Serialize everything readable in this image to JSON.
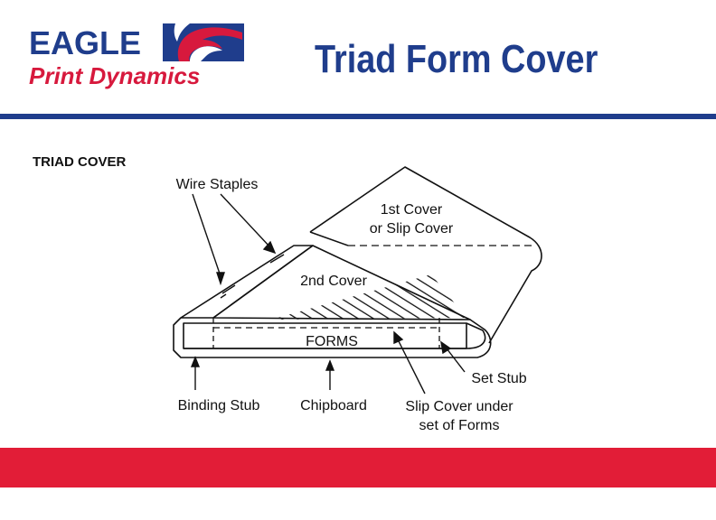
{
  "brand": {
    "line1": "EAGLE",
    "line2": "Print Dynamics",
    "colors": {
      "blue": "#1f3d8c",
      "red": "#d7193d"
    },
    "icon": "eagle-head-logo"
  },
  "header": {
    "title": "Triad Form Cover"
  },
  "section": {
    "label": "TRIAD COVER"
  },
  "diagram": {
    "labels": {
      "wire_staples": "Wire Staples",
      "first_cover_1": "1st Cover",
      "first_cover_2": "or Slip Cover",
      "second_cover": "2nd Cover",
      "forms": "FORMS",
      "set_stub": "Set Stub",
      "binding_stub": "Binding Stub",
      "chipboard": "Chipboard",
      "slip_under_1": "Slip Cover under",
      "slip_under_2": "set of Forms"
    }
  },
  "footer": {
    "band_color": "#e21d37"
  }
}
